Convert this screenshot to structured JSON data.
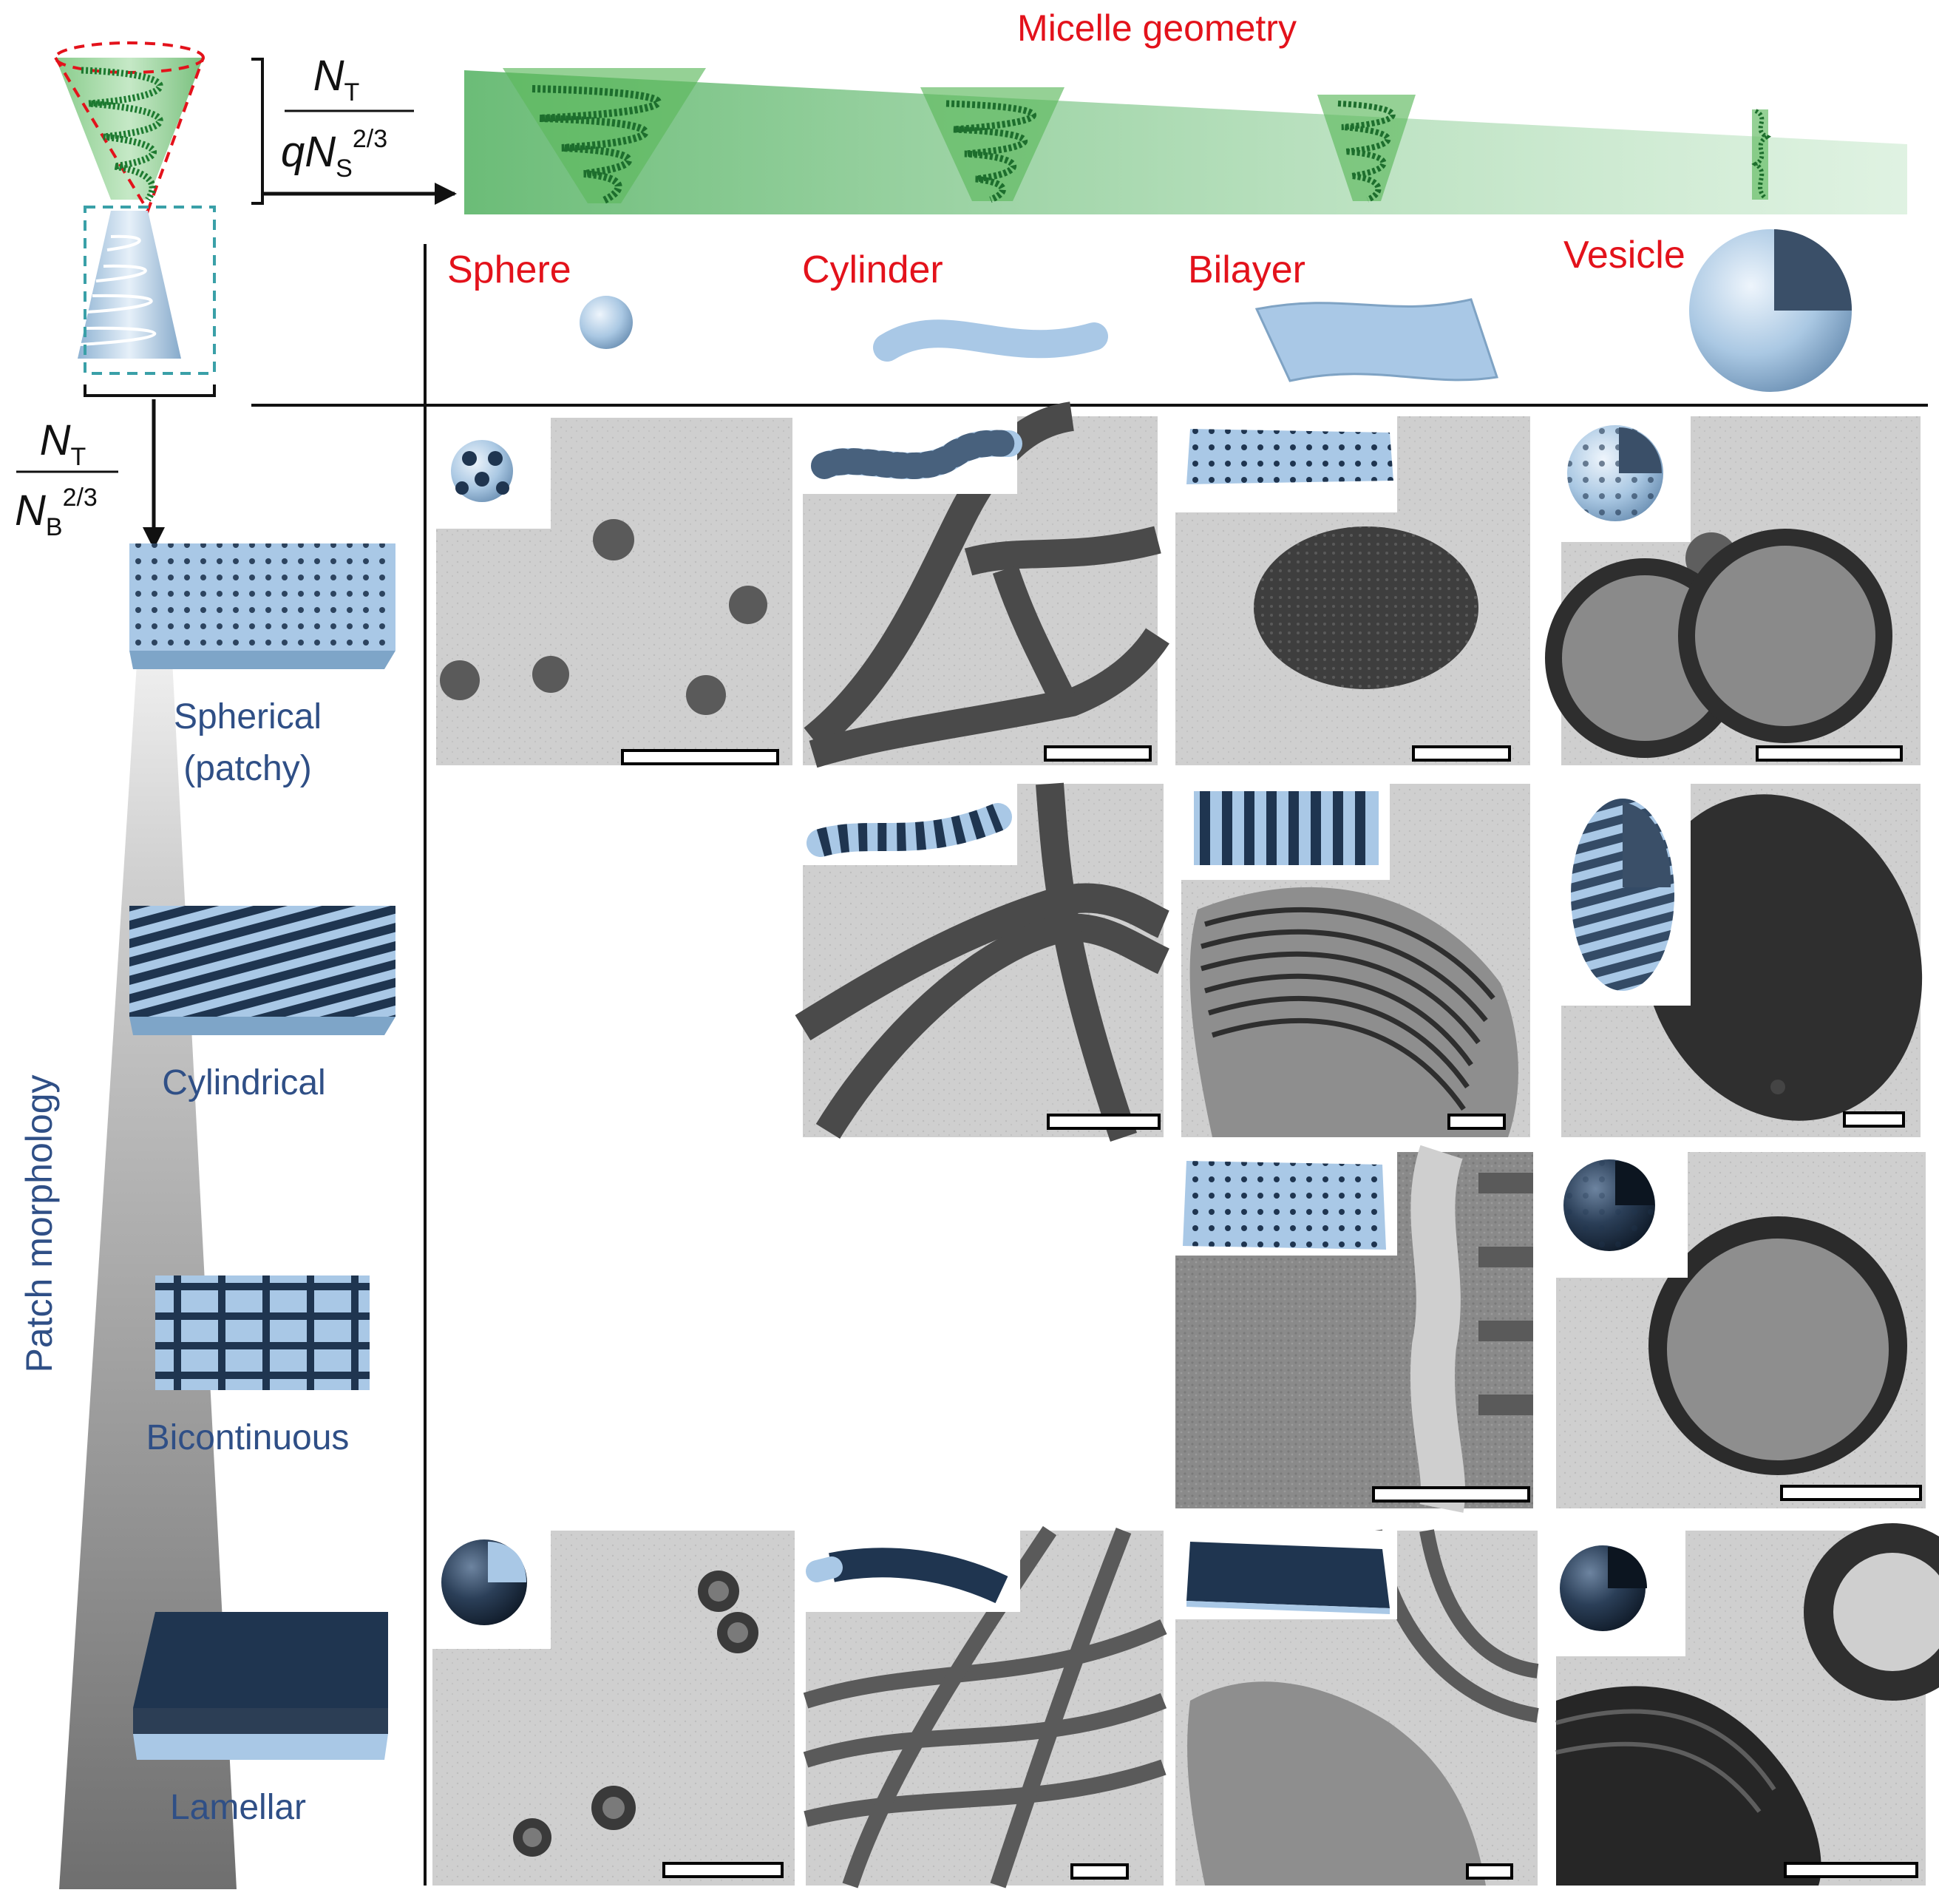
{
  "header": {
    "title": "Micelle geometry",
    "ratio_top": {
      "numerator": "N",
      "num_sub": "T",
      "den_q": "q",
      "den_N": "N",
      "den_sub": "S",
      "den_sup": "2/3"
    },
    "ratio_left": {
      "numerator": "N",
      "num_sub": "T",
      "den_N": "N",
      "den_sub": "B",
      "den_sup": "2/3"
    }
  },
  "columns": [
    {
      "label": "Sphere"
    },
    {
      "label": "Cylinder"
    },
    {
      "label": "Bilayer"
    },
    {
      "label": "Vesicle"
    }
  ],
  "rows": [
    {
      "label_lines": [
        "Spherical",
        "(patchy)"
      ]
    },
    {
      "label_lines": [
        "Cylindrical"
      ]
    },
    {
      "label_lines": [
        "Bicontinuous"
      ]
    },
    {
      "label_lines": [
        "Lamellar"
      ]
    }
  ],
  "side_axis": {
    "label": "Patch morphology"
  },
  "colors": {
    "title_red": "#e3121b",
    "row_label_blue": "#2f4f86",
    "micelle_green": "#5cb85c",
    "shell_blue": "#a9c8e6",
    "patch_navy": "#1f3550"
  },
  "panels": [
    {
      "row": 0,
      "col": 0,
      "inset": "patchy-sphere"
    },
    {
      "row": 0,
      "col": 1,
      "inset": "patchy-cylinder"
    },
    {
      "row": 0,
      "col": 2,
      "inset": "patchy-bilayer"
    },
    {
      "row": 0,
      "col": 3,
      "inset": "patchy-vesicle"
    },
    {
      "row": 1,
      "col": 1,
      "inset": "striped-cylinder"
    },
    {
      "row": 1,
      "col": 2,
      "inset": "striped-bilayer"
    },
    {
      "row": 1,
      "col": 3,
      "inset": "striped-vesicle"
    },
    {
      "row": 2,
      "col": 2,
      "inset": "bicontinuous-bilayer"
    },
    {
      "row": 2,
      "col": 3,
      "inset": "bicontinuous-vesicle"
    },
    {
      "row": 3,
      "col": 0,
      "inset": "lamellar-sphere"
    },
    {
      "row": 3,
      "col": 1,
      "inset": "lamellar-cylinder"
    },
    {
      "row": 3,
      "col": 2,
      "inset": "lamellar-bilayer"
    },
    {
      "row": 3,
      "col": 3,
      "inset": "lamellar-vesicle"
    }
  ]
}
